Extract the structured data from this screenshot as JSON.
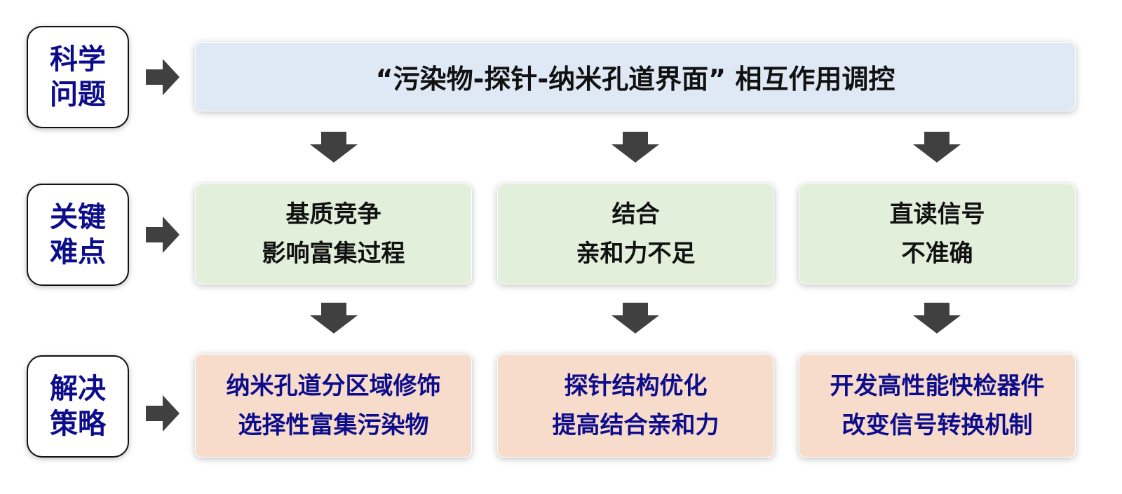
{
  "rows": {
    "question": {
      "label": [
        "科学",
        "问题"
      ],
      "text": "“污染物-探针-纳米孔道界面”  相互作用调控"
    },
    "difficulty": {
      "label": [
        "关键",
        "难点"
      ],
      "items": [
        [
          "基质竞争",
          "影响富集过程"
        ],
        [
          "结合",
          "亲和力不足"
        ],
        [
          "直读信号",
          "不准确"
        ]
      ]
    },
    "strategy": {
      "label": [
        "解决",
        "策略"
      ],
      "items": [
        [
          "纳米孔道分区域修饰",
          "选择性富集污染物"
        ],
        [
          "探针结构优化",
          "提高结合亲和力"
        ],
        [
          "开发高性能快检器件",
          "改变信号转换机制"
        ]
      ]
    }
  },
  "colors": {
    "label_text": "#0d0d8c",
    "top_fill": "#dfe9f5",
    "mid_fill": "#e2efda",
    "bot_fill": "#f7dccb",
    "arrow": "#404040"
  }
}
